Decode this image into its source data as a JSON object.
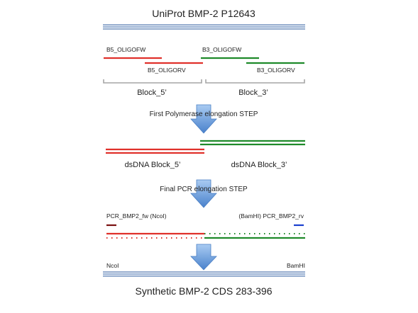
{
  "title": "UniProt BMP-2 P12643",
  "oligos": {
    "b5_fw": "B5_OLIGOFW",
    "b5_rv": "B5_OLIGORV",
    "b3_fw": "B3_OLIGOFW",
    "b3_rv": "B3_OLIGORV"
  },
  "blocks": {
    "block5": "Block_5’",
    "block3": "Block_3’"
  },
  "step1": "First Polymerase elongation STEP",
  "dsdna": {
    "block5": "dsDNA Block_5’",
    "block3": "dsDNA Block_3’"
  },
  "step2": "Final PCR elongation STEP",
  "primers": {
    "fw": "PCR_BMP2_fw (NcoI)",
    "rv": "(BamHI) PCR_BMP2_rv"
  },
  "sites": {
    "left": "NcoI",
    "right": "BamHI"
  },
  "result": "Synthetic BMP-2 CDS 283-396",
  "colors": {
    "blue_line": "#9fb6d6",
    "blue_line_dark": "#5c7fb5",
    "red": "#e0312b",
    "green": "#1f8a2a",
    "grey": "#a6a6a6",
    "arrow_top": "#9cc3ef",
    "arrow_bottom": "#4f86cf",
    "primer_fw": "#7a1010",
    "primer_rv": "#1a3fcf"
  }
}
